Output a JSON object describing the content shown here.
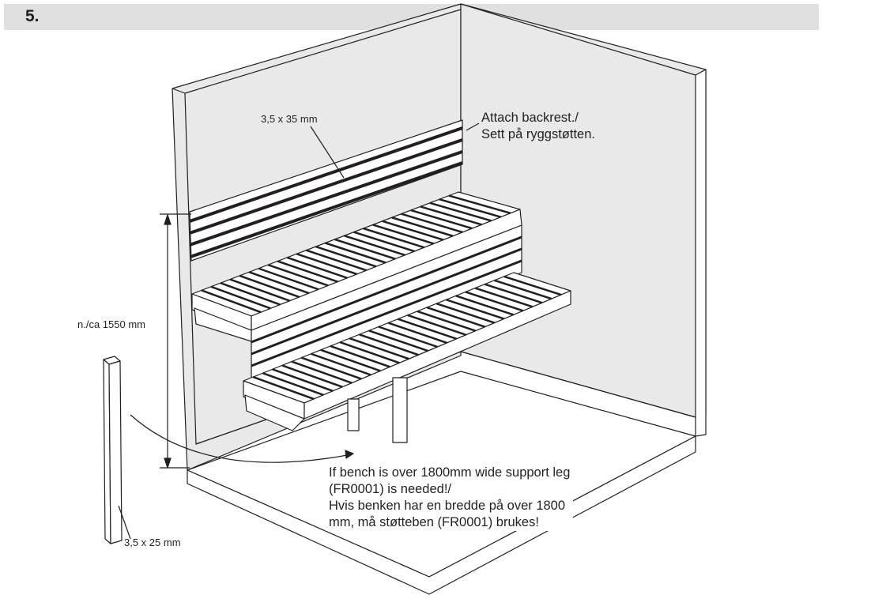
{
  "step": {
    "number": "5."
  },
  "labels": {
    "backrest_dim": "3,5 x 35 mm",
    "height_dim": "n./ca 1550 mm",
    "leg_dim": "3,5 x 25 mm"
  },
  "callouts": {
    "attach_line1": "Attach backrest./",
    "attach_line2": "Sett på ryggstøtten.",
    "note_line1": "If bench is over 1800mm wide support leg",
    "note_line2": "(FR0001) is needed!/",
    "note_line3": "Hvis benken har en bredde på over 1800",
    "note_line4": "mm, må støtteben (FR0001) brukes!"
  },
  "colors": {
    "wall": "#e9e9e9",
    "header": "#e0e0e0",
    "line": "#231f20"
  }
}
